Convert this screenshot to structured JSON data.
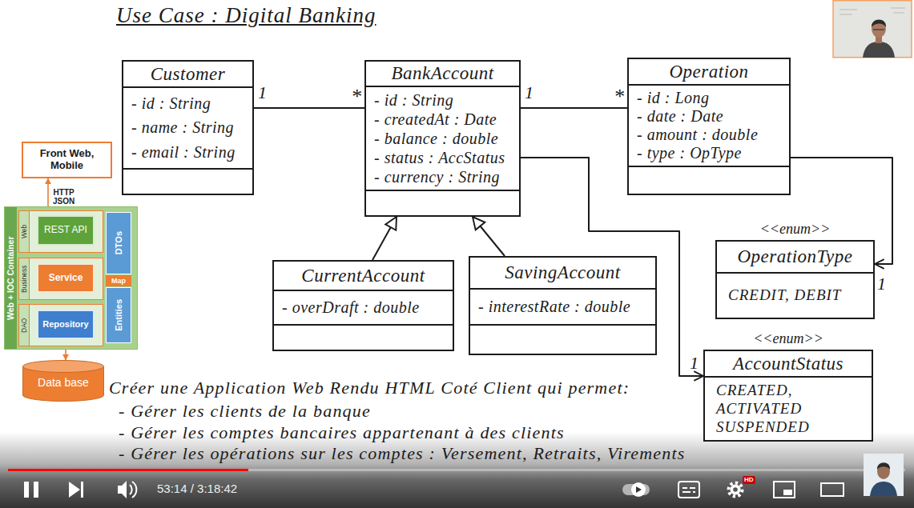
{
  "diagram": {
    "title": "Use Case : Digital Banking",
    "nodes": [
      {
        "text": [
          "Customer",
          "- id : String",
          "- name : String",
          "- email : String"
        ]
      },
      {
        "text": [
          "BankAccount",
          "- id : String",
          "- createdAt : Date",
          "- balance : double",
          "- status : AccStatus",
          "- currency : String"
        ]
      },
      {
        "text": [
          "Operation",
          "- id : Long",
          "- date : Date",
          "- amount : double",
          "- type : OpType"
        ]
      },
      {
        "text": [
          "CurrentAccount",
          "- overDraft : double"
        ]
      },
      {
        "text": [
          "SavingAccount",
          "- interestRate : double"
        ]
      },
      {
        "text": [
          "<<enum>>",
          "OperationType",
          "CREDIT, DEBIT"
        ]
      },
      {
        "text": [
          "<<enum>>",
          "AccountStatus",
          "CREATED, ACTIVATED SUSPENDED"
        ]
      },
      {
        "text": [
          "Front Web, Mobile"
        ]
      },
      {
        "text": [
          "Web + IOC Container"
        ]
      },
      {
        "text": [
          "Web"
        ],
        "in": 8
      },
      {
        "text": [
          "REST API"
        ],
        "in": 9
      },
      {
        "text": [
          "Business"
        ],
        "in": 8
      },
      {
        "text": [
          "Service"
        ],
        "in": 11
      },
      {
        "text": [
          "DAO"
        ],
        "in": 8
      },
      {
        "text": [
          "Repository"
        ],
        "in": 13
      },
      {
        "text": [
          "DTOs"
        ],
        "in": 8
      },
      {
        "text": [
          "Map"
        ],
        "in": 8
      },
      {
        "text": [
          "Entities"
        ],
        "in": 8
      },
      {
        "text": [
          "Data base"
        ]
      }
    ],
    "edges": [
      {
        "from": 0,
        "to": 1,
        "arrow": "none"
      },
      {
        "from": 1,
        "to": 2,
        "arrow": "none"
      },
      {
        "from": 3,
        "to": 1,
        "arrow": "to"
      },
      {
        "from": 4,
        "to": 1,
        "arrow": "to"
      },
      {
        "from": 2,
        "to": 5,
        "arrow": "to"
      },
      {
        "from": 1,
        "to": 6,
        "arrow": "to"
      },
      {
        "from": 7,
        "to": 10,
        "arrow": "both",
        "label": "HTTP JSON"
      },
      {
        "from": 10,
        "to": 12,
        "arrow": "to"
      },
      {
        "from": 12,
        "to": 14,
        "arrow": "to"
      },
      {
        "from": 14,
        "to": 18,
        "arrow": "to"
      }
    ],
    "labels": [
      "1",
      "*",
      "1",
      "*",
      "1",
      "1",
      "Créer une Application Web Rendu HTML Coté Client qui permet:",
      "- Gérer les clients de la banque",
      "- Gérer les comptes bancaires appartenant à des clients",
      "- Gérer les opérations sur les comptes : Versement, Retraits, Virements",
      "53:14 / 3:18:42",
      "HD"
    ]
  }
}
